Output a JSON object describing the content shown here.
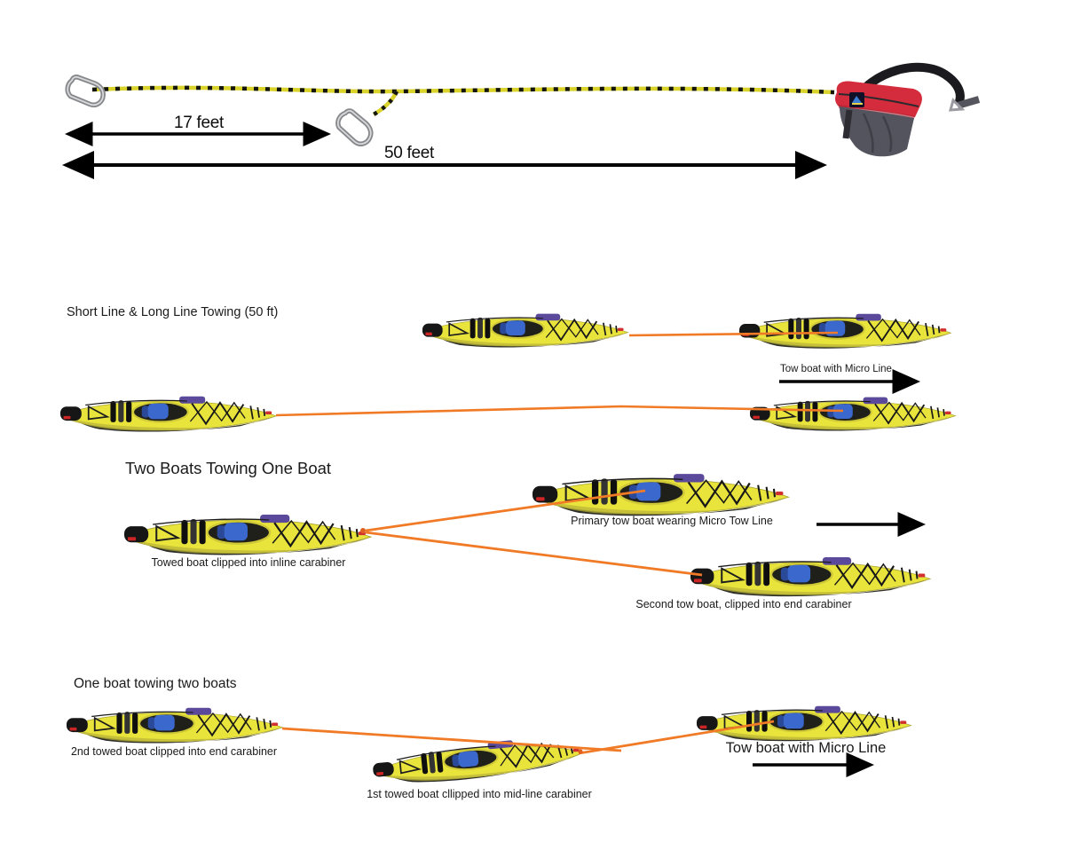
{
  "rope_diagram": {
    "short_length_label": "17 feet",
    "total_length_label": "50 feet"
  },
  "section_short_long": {
    "title": "Short Line & Long Line Towing (50 ft)",
    "tow_boat_label": "Tow boat with Micro Line"
  },
  "section_two_boats": {
    "title": "Two Boats Towing One Boat",
    "towed_boat_label": "Towed boat clipped into inline carabiner",
    "primary_boat_label": "Primary tow boat wearing Micro Tow Line",
    "second_boat_label": "Second tow boat, clipped into end carabiner"
  },
  "section_one_boat": {
    "title": "One boat towing two boats",
    "second_towed_label": "2nd towed boat clipped into end carabiner",
    "first_towed_label": "1st towed boat cllipped into mid-line carabiner",
    "tow_boat_label": "Tow boat with Micro Line"
  },
  "colors": {
    "kayak_yellow": "#e9e43b",
    "tow_line_orange": "#f07a26",
    "rope_yellow": "#d9d32b",
    "bag_red": "#d42c3c",
    "bag_gray": "#54545e",
    "arrow_black": "#000000"
  }
}
